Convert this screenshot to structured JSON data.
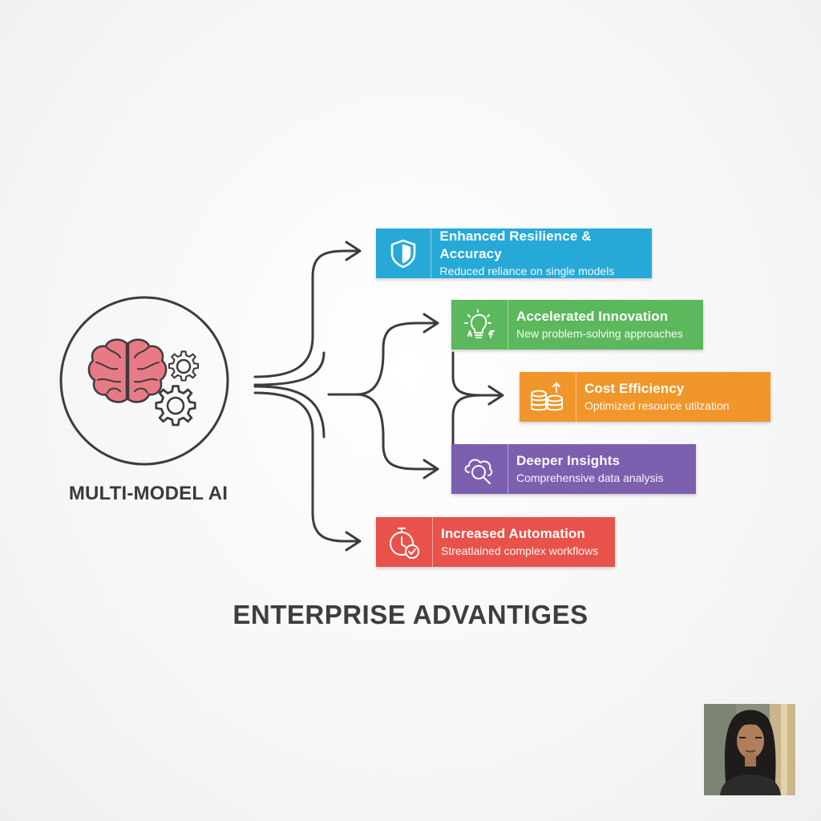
{
  "hub": {
    "label": "MULTI-MODEL AI",
    "icons": [
      "brain-icon",
      "gear-small-icon",
      "gear-large-icon"
    ],
    "brain_color": "#e87a86"
  },
  "diagram_title": "ENTERPRISE ADVANTIGES",
  "connector_color": "#3c3c3c",
  "advantages": [
    {
      "title": "Enhanced Resilience & Accuracy",
      "subtitle": "Reduced reliance on single models",
      "icon": "shield-icon",
      "color": "#27a9d8"
    },
    {
      "title": "Accelerated Innovation",
      "subtitle": "New problem-solving approaches",
      "icon": "lightbulb-icon",
      "color": "#5cb85c"
    },
    {
      "title": "Cost Efficiency",
      "subtitle": "Optimized resource utilzation",
      "icon": "coins-icon",
      "color": "#f0962a"
    },
    {
      "title": "Deeper Insights",
      "subtitle": "Comprehensive data analysis",
      "icon": "magnifier-cloud-icon",
      "color": "#7d5fb0"
    },
    {
      "title": "Increased Automation",
      "subtitle": "Streatlained complex workflows",
      "icon": "stopwatch-check-icon",
      "color": "#e8524a"
    }
  ]
}
